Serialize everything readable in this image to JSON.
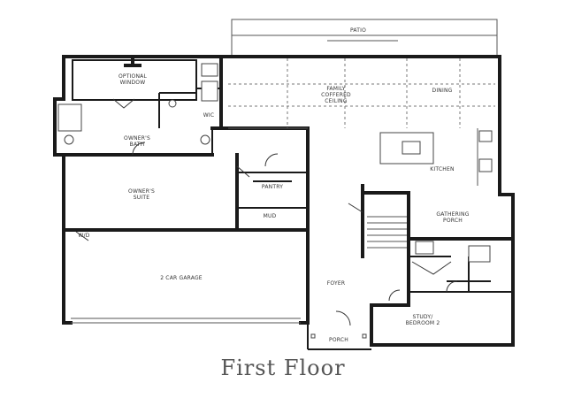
{
  "caption": "First Floor",
  "rooms": {
    "patio": "PATIO",
    "optional_window": "OPTIONAL\nWINDOW",
    "family": "FAMILY\nCOFFERED\nCEILING",
    "dining": "DINING",
    "owners_bath": "OWNER'S\nBATH",
    "kitchen": "KITCHEN",
    "owners_suite": "OWNER'S\nSUITE",
    "pantry": "PANTRY",
    "mud": "MUD",
    "gathering_porch": "GATHERING\nPORCH",
    "wic": "WIC",
    "garage": "2 CAR GARAGE",
    "foyer": "FOYER",
    "study": "STUDY/\nBEDROOM 2",
    "porch": "PORCH",
    "garage_door_note": "W/D"
  }
}
